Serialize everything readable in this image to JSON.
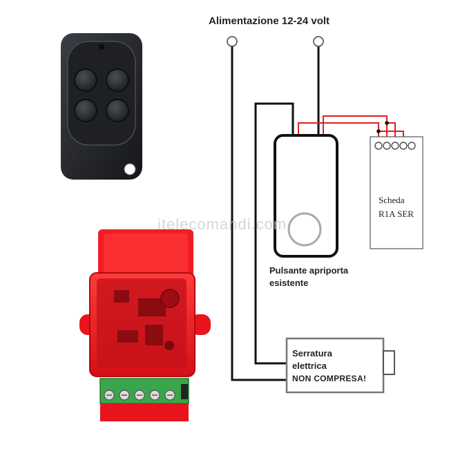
{
  "watermark": "itelecomandi.com",
  "power_label": "Alimentazione  12-24 volt",
  "button_label": {
    "line1": "Pulsante apriporta",
    "line2": "esistente"
  },
  "board_label": {
    "line1": "Scheda",
    "line2": "R1A SER"
  },
  "lock_label": {
    "line1": "Serratura",
    "line2": "elettrica",
    "line3": "NON COMPRESA!"
  },
  "colors": {
    "wire_black": "#111111",
    "wire_red": "#e02020",
    "remote_body": "#2a2c31",
    "receiver_case": "#e8141c",
    "terminal_green": "#3aa54a"
  },
  "icons": {
    "remote": "four-button-remote-icon",
    "receiver": "receiver-module-icon",
    "door_button": "door-button-icon",
    "lock": "electric-lock-icon"
  }
}
